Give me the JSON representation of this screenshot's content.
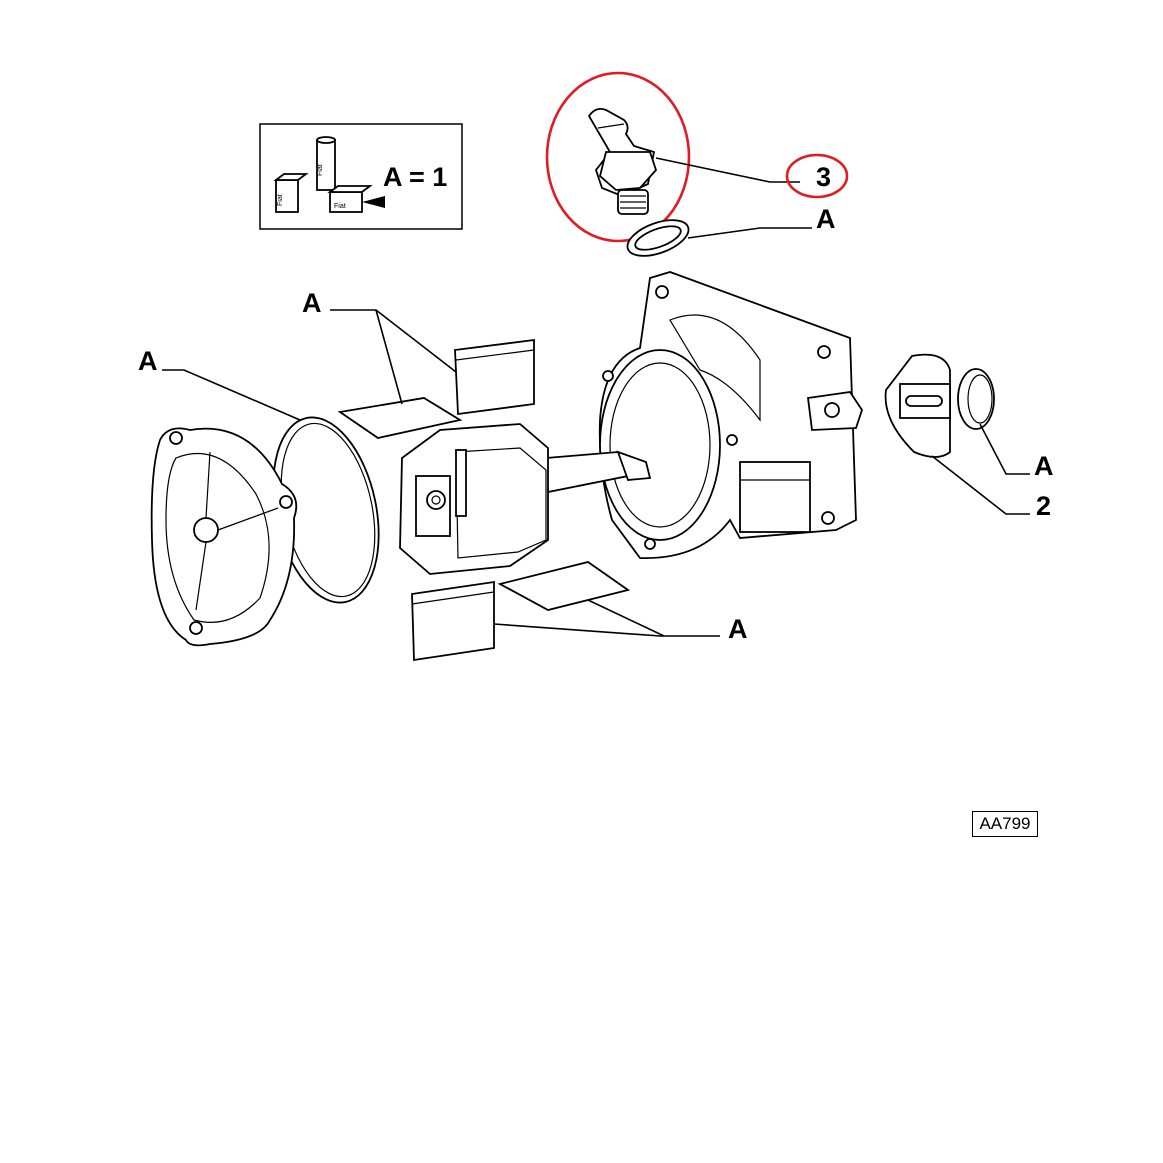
{
  "legend": {
    "text": "A = 1",
    "can_labels": [
      "Fiat",
      "Fiat",
      "Fiat"
    ]
  },
  "labels": {
    "a_top_right": "A",
    "a_gasket_top_left": "A",
    "a_cover_oring": "A",
    "a_vanes_bottom": "A",
    "a_oring_right": "A",
    "item_3": "3",
    "item_2": "2"
  },
  "drawing_code": "AA799",
  "highlight_color": "#e11b22"
}
